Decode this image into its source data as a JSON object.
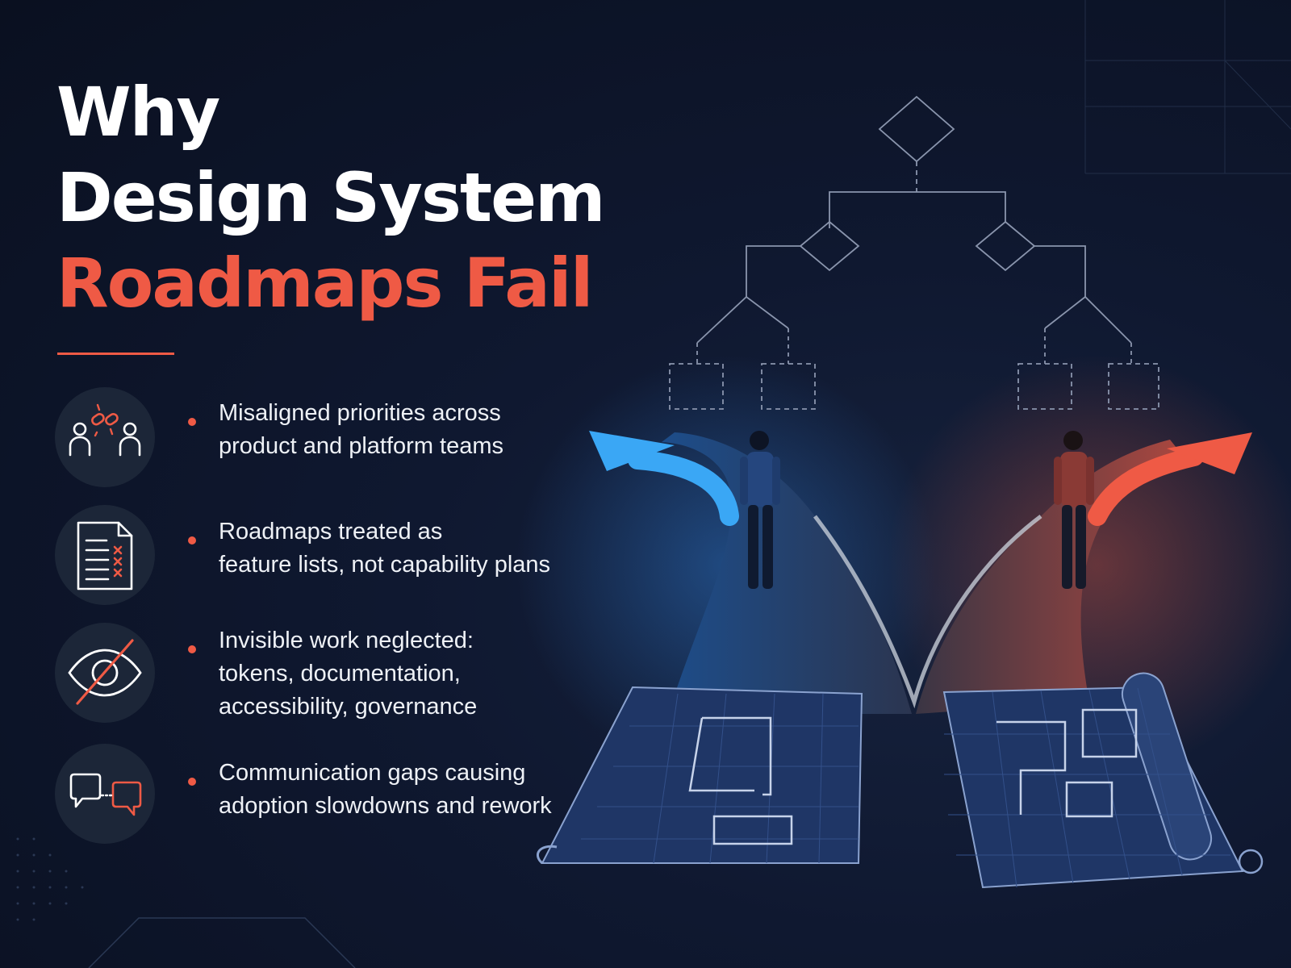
{
  "title": {
    "line1": "Why",
    "line2": "Design System",
    "line3": "Roadmaps Fail"
  },
  "colors": {
    "background": "#0b1120",
    "accent": "#ef5a45",
    "blue": "#3aa7f5",
    "text": "#ffffff",
    "icon_circle": "#1c2638"
  },
  "points": [
    {
      "icon": "people-broken-link-icon",
      "lines": [
        "Misaligned priorities across",
        "product and platform teams"
      ]
    },
    {
      "icon": "document-checklist-icon",
      "lines": [
        "Roadmaps treated as",
        "feature lists, not capability plans"
      ]
    },
    {
      "icon": "eye-slash-icon",
      "lines": [
        "Invisible work neglected:",
        "tokens, documentation,",
        "accessibility, governance"
      ]
    },
    {
      "icon": "chat-bubbles-gap-icon",
      "lines": [
        "Communication gaps causing",
        "adoption slowdowns and rework"
      ]
    }
  ]
}
